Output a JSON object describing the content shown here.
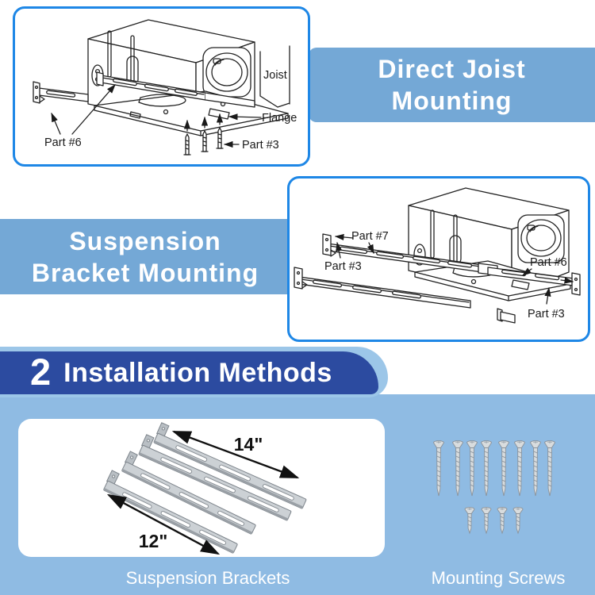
{
  "colors": {
    "band_blue": "#74a8d6",
    "card_border_blue": "#1e87e6",
    "banner_dark_blue": "#2c4ba0",
    "banner_light_blue": "#9cc6e8",
    "bottom_background": "#8fbbe3",
    "text_white": "#ffffff",
    "line_art": "#222222"
  },
  "direct_joist_banner": {
    "line1": "Direct Joist",
    "line2": "Mounting"
  },
  "suspension_banner": {
    "line1": "Suspension",
    "line2": "Bracket Mounting"
  },
  "methods_banner": {
    "count": "2",
    "title": "Installation Methods"
  },
  "joist_diagram": {
    "labels": {
      "joist": "Joist",
      "flange": "Flange",
      "part6": "Part #6",
      "part3": "Part #3"
    }
  },
  "suspension_diagram": {
    "labels": {
      "part7": "Part #7",
      "part3_left": "Part #3",
      "part6": "Part #6",
      "part3_bottom": "Part #3"
    }
  },
  "brackets_panel": {
    "dim_long": "14\"",
    "dim_short": "12\"",
    "caption": "Suspension Brackets",
    "bracket_count": 4
  },
  "screws_panel": {
    "caption": "Mounting Screws",
    "long_screw_count": 8,
    "short_screw_count": 4
  }
}
